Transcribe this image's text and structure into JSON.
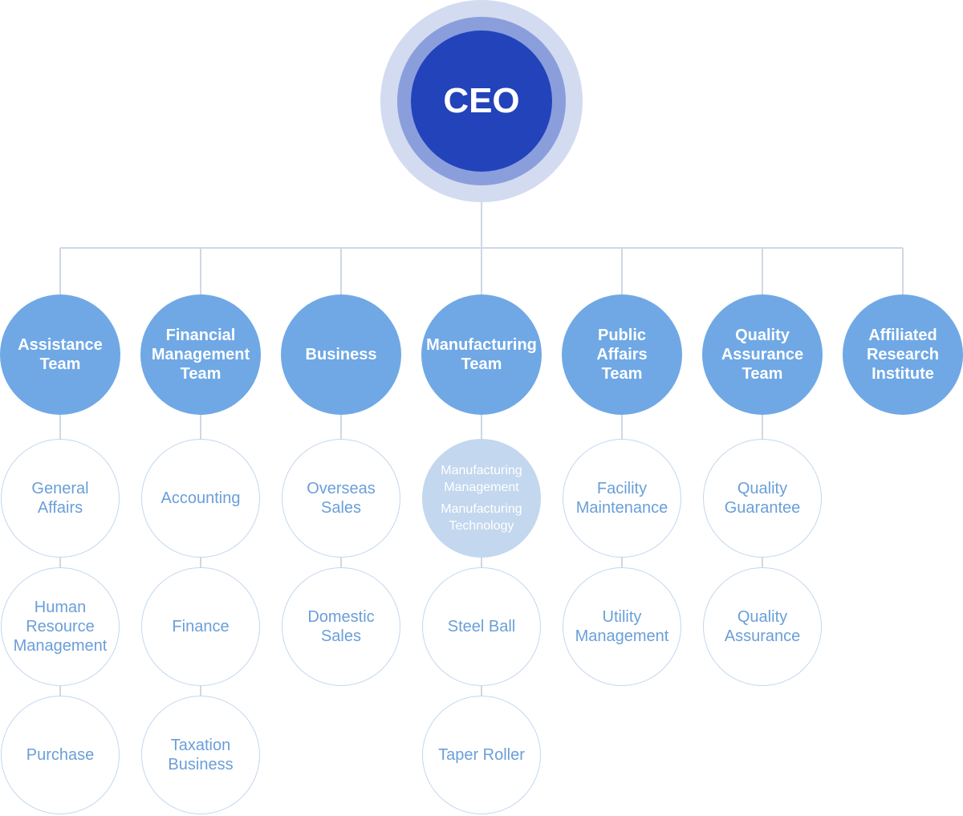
{
  "ceo": {
    "label": "CEO"
  },
  "teams": [
    {
      "label": "Assistance\nTeam",
      "subs": [
        "General\nAffairs",
        "Human\nResource\nManagement",
        "Purchase"
      ]
    },
    {
      "label": "Financial\nManagement\nTeam",
      "subs": [
        "Accounting",
        "Finance",
        "Taxation\nBusiness"
      ]
    },
    {
      "label": "Business",
      "subs": [
        "Overseas\nSales",
        "Domestic\nSales"
      ]
    },
    {
      "label": "Manufacturing\nTeam",
      "subs": [
        "Manufacturing\nManagement|Manufacturing\nTechnology",
        "Steel Ball",
        "Taper Roller"
      ]
    },
    {
      "label": "Public\nAffairs\nTeam",
      "subs": [
        "Facility\nMaintenance",
        "Utility\nManagement"
      ]
    },
    {
      "label": "Quality\nAssurance\nTeam",
      "subs": [
        "Quality\nGuarantee",
        "Quality\nAssurance"
      ]
    },
    {
      "label": "Affiliated\nResearch\nInstitute",
      "subs": []
    }
  ],
  "colors": {
    "ceo": "#2343bb",
    "ceo_halo_inner": "#8b9edc",
    "ceo_halo_outer": "#d3dbf1",
    "team": "#6fa8e5",
    "sub_border": "#c3d7ee",
    "sub_text": "#6a9fd8",
    "connector": "#cfd8e3"
  }
}
